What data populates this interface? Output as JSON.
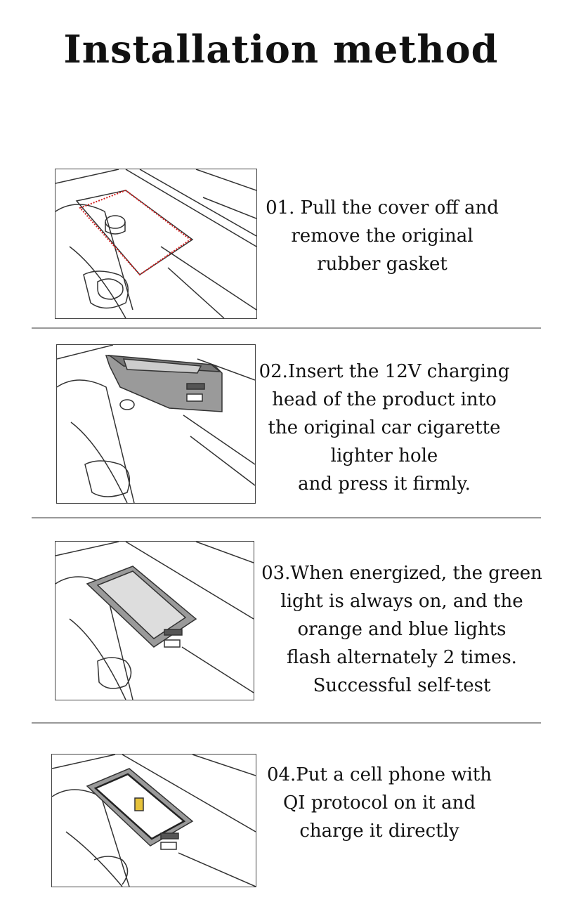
{
  "title": "Installation method",
  "steps": [
    {
      "lines": [
        "01. Pull the cover off and",
        "remove the original",
        "rubber gasket"
      ]
    },
    {
      "lines": [
        "02.Insert the 12V charging",
        "head of the product into",
        "the original car cigarette",
        "lighter hole",
        "and press it firmly."
      ]
    },
    {
      "lines": [
        "03.When energized, the green",
        "light is always on, and the",
        "orange and blue lights",
        "flash alternately 2 times.",
        "Successful self-test"
      ]
    },
    {
      "lines": [
        "04.Put a cell phone with",
        "QI protocol on it and",
        "charge it directly"
      ]
    }
  ],
  "colors": {
    "highlight": "#d22020",
    "device": "#9a9a9a"
  }
}
